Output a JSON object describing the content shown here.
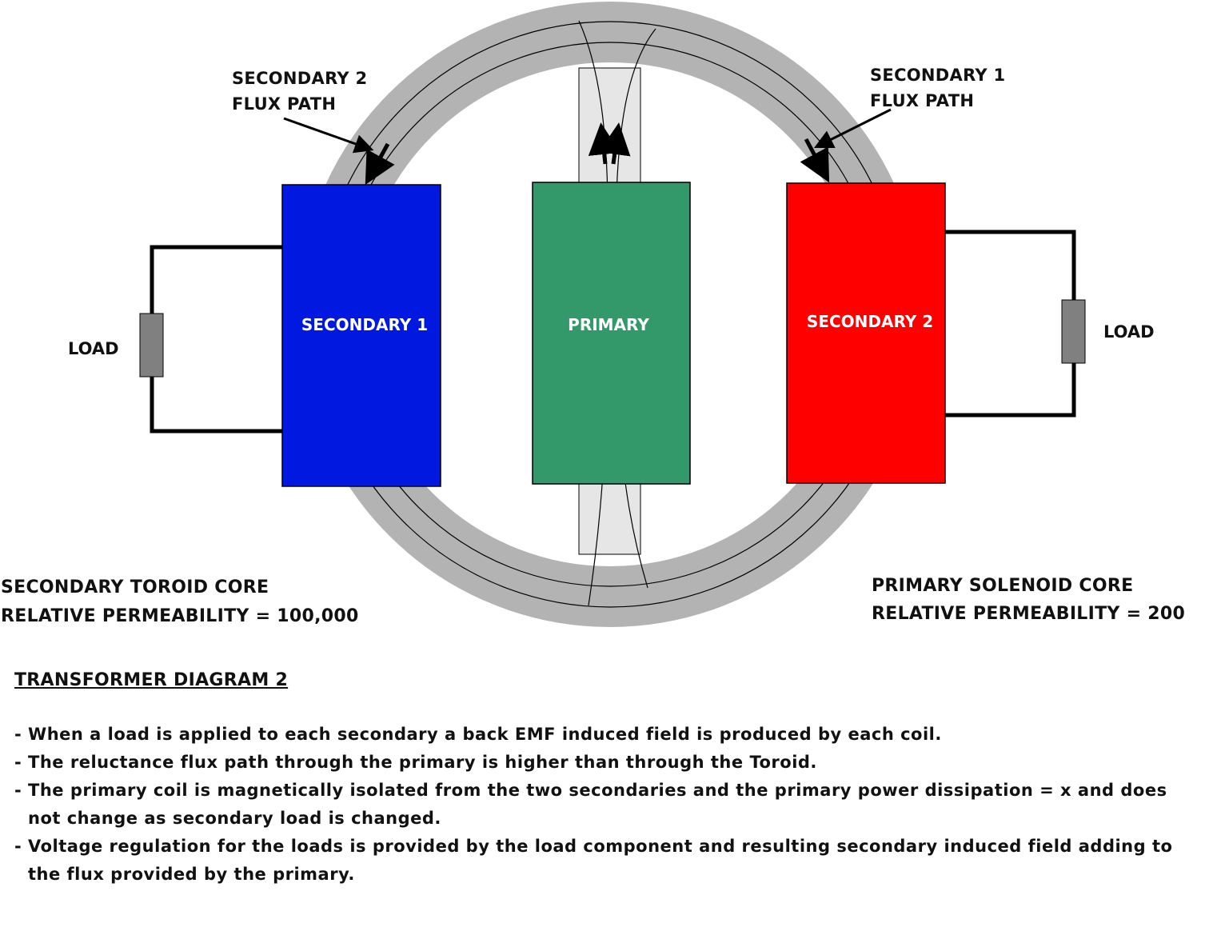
{
  "labels": {
    "secondary2_flux": [
      "SECONDARY 2",
      "FLUX PATH"
    ],
    "secondary1_flux": [
      "SECONDARY 1",
      "FLUX PATH"
    ],
    "load_left": "LOAD",
    "load_right": "LOAD",
    "toroid_core": [
      "SECONDARY TOROID CORE",
      "RELATIVE PERMEABILITY  = 100,000"
    ],
    "solenoid_core": [
      "PRIMARY SOLENOID CORE",
      "RELATIVE PERMEABILITY = 200"
    ]
  },
  "coils": {
    "secondary1": "SECONDARY 1",
    "primary": "PRIMARY",
    "secondary2": "SECONDARY 2"
  },
  "colors": {
    "secondary1": "#0018e0",
    "primary": "#33996a",
    "secondary2": "#ff0000",
    "toroid": "#b3b3b3",
    "solenoid_core": "#e6e6e6",
    "resistor": "#808080"
  },
  "caption": {
    "title": "TRANSFORMER DIAGRAM 2",
    "bullets": [
      "- When a load is applied to each secondary a back EMF induced field is produced by each coil.",
      "- The reluctance flux path through the primary is higher than through the Toroid.",
      "- The primary coil is magnetically isolated from the two secondaries and the primary power dissipation =  x and does not change as secondary load is changed.",
      "- Voltage regulation for the loads is provided by the load component and resulting secondary induced field adding to the flux provided by the primary."
    ]
  }
}
